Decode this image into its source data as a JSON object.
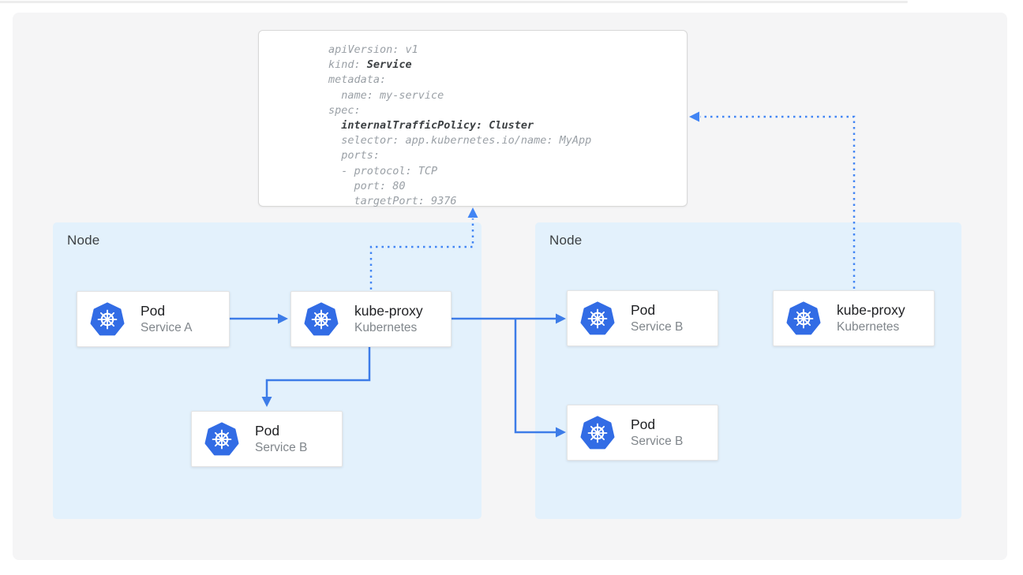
{
  "colors": {
    "panel_bg": "#f5f5f6",
    "node_bg": "#e3f1fc",
    "kubernetes_blue": "#326ce5",
    "solid_arrow_blue": "#3d7ce8",
    "dotted_arrow_blue": "#4285f4",
    "yaml_text_gray": "#9aa0a6",
    "yaml_bold_dark": "#3c4043"
  },
  "yaml": {
    "lines": [
      {
        "pre": "apiVersion: v1",
        "bold": ""
      },
      {
        "pre": "kind: ",
        "bold": "Service"
      },
      {
        "pre": "metadata:",
        "bold": ""
      },
      {
        "pre": "  name: my-service",
        "bold": ""
      },
      {
        "pre": "spec:",
        "bold": ""
      },
      {
        "pre": "  ",
        "bold": "internalTrafficPolicy: Cluster"
      },
      {
        "pre": "  selector: app.kubernetes.io/name: MyApp",
        "bold": ""
      },
      {
        "pre": "  ports:",
        "bold": ""
      },
      {
        "pre": "  - protocol: TCP",
        "bold": ""
      },
      {
        "pre": "    port: 80",
        "bold": ""
      },
      {
        "pre": "    targetPort: 9376",
        "bold": ""
      }
    ]
  },
  "nodes": [
    {
      "label": "Node"
    },
    {
      "label": "Node"
    }
  ],
  "cards": {
    "pod_a": {
      "title": "Pod",
      "subtitle": "Service A",
      "icon": "kubernetes-icon"
    },
    "kube_proxy_left": {
      "title": "kube-proxy",
      "subtitle": "Kubernetes",
      "icon": "kubernetes-icon"
    },
    "pod_b_left": {
      "title": "Pod",
      "subtitle": "Service B",
      "icon": "kubernetes-icon"
    },
    "pod_b_right_top": {
      "title": "Pod",
      "subtitle": "Service B",
      "icon": "kubernetes-icon"
    },
    "pod_b_right_bottom": {
      "title": "Pod",
      "subtitle": "Service B",
      "icon": "kubernetes-icon"
    },
    "kube_proxy_right": {
      "title": "kube-proxy",
      "subtitle": "Kubernetes",
      "icon": "kubernetes-icon"
    }
  }
}
